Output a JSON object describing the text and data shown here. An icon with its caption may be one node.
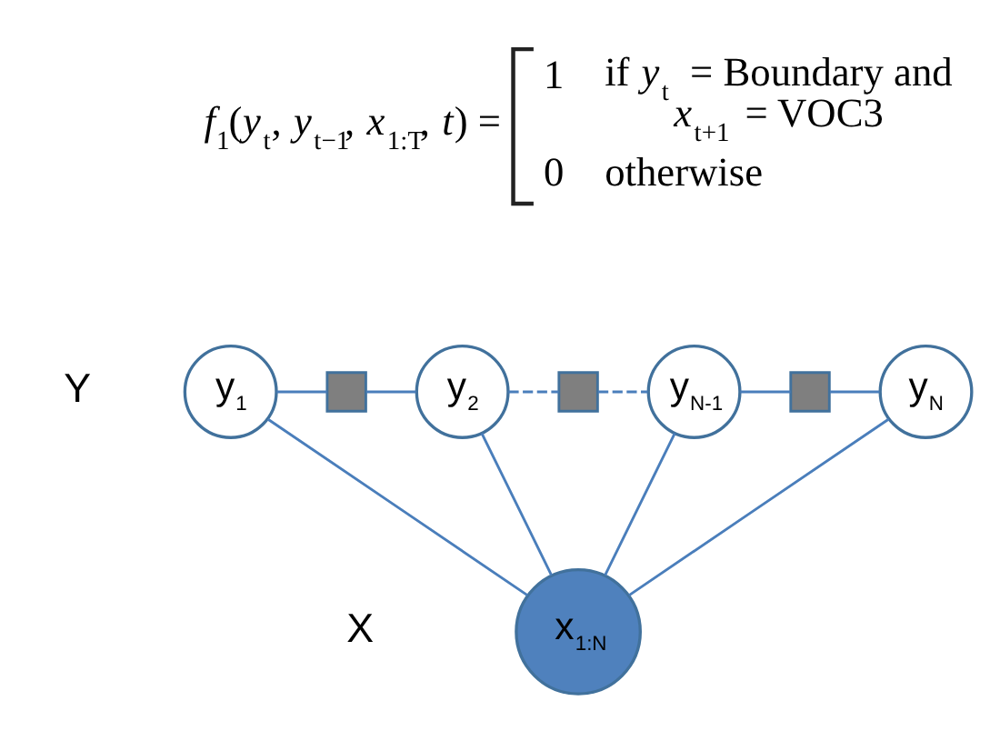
{
  "diagram": {
    "nodes": [
      {
        "text": [
          "y$_{1}$"
        ]
      },
      {
        "text": [],
        "shape": "box"
      },
      {
        "text": [
          "y$_{2}$"
        ]
      },
      {
        "text": [],
        "shape": "box"
      },
      {
        "text": [
          "y$_{N-1}$"
        ]
      },
      {
        "text": [],
        "shape": "box"
      },
      {
        "text": [
          "y$_{N}$"
        ]
      },
      {
        "text": [
          "x$_{1:N}$"
        ]
      }
    ],
    "edges": [
      {
        "from": 0,
        "to": 1,
        "arrow": "none"
      },
      {
        "from": 1,
        "to": 2,
        "arrow": "none"
      },
      {
        "from": 2,
        "to": 3,
        "arrow": "none",
        "style": "dashed"
      },
      {
        "from": 3,
        "to": 4,
        "arrow": "none",
        "style": "dashed"
      },
      {
        "from": 4,
        "to": 5,
        "arrow": "none"
      },
      {
        "from": 5,
        "to": 6,
        "arrow": "none"
      },
      {
        "from": 0,
        "to": 7,
        "arrow": "none"
      },
      {
        "from": 2,
        "to": 7,
        "arrow": "none"
      },
      {
        "from": 4,
        "to": 7,
        "arrow": "none"
      },
      {
        "from": 6,
        "to": 7,
        "arrow": "none"
      }
    ],
    "labels": [
      "*f*$_{1}$(*y*$_{t}$, *y*$_{t−1}$, *x*$_{1:T}$, *t*) =",
      "1",
      "if *y*$_{t}$ = Boundary and *x*$_{t+1}$ = VOC3",
      "0",
      "otherwise",
      "Y",
      "X"
    ]
  }
}
